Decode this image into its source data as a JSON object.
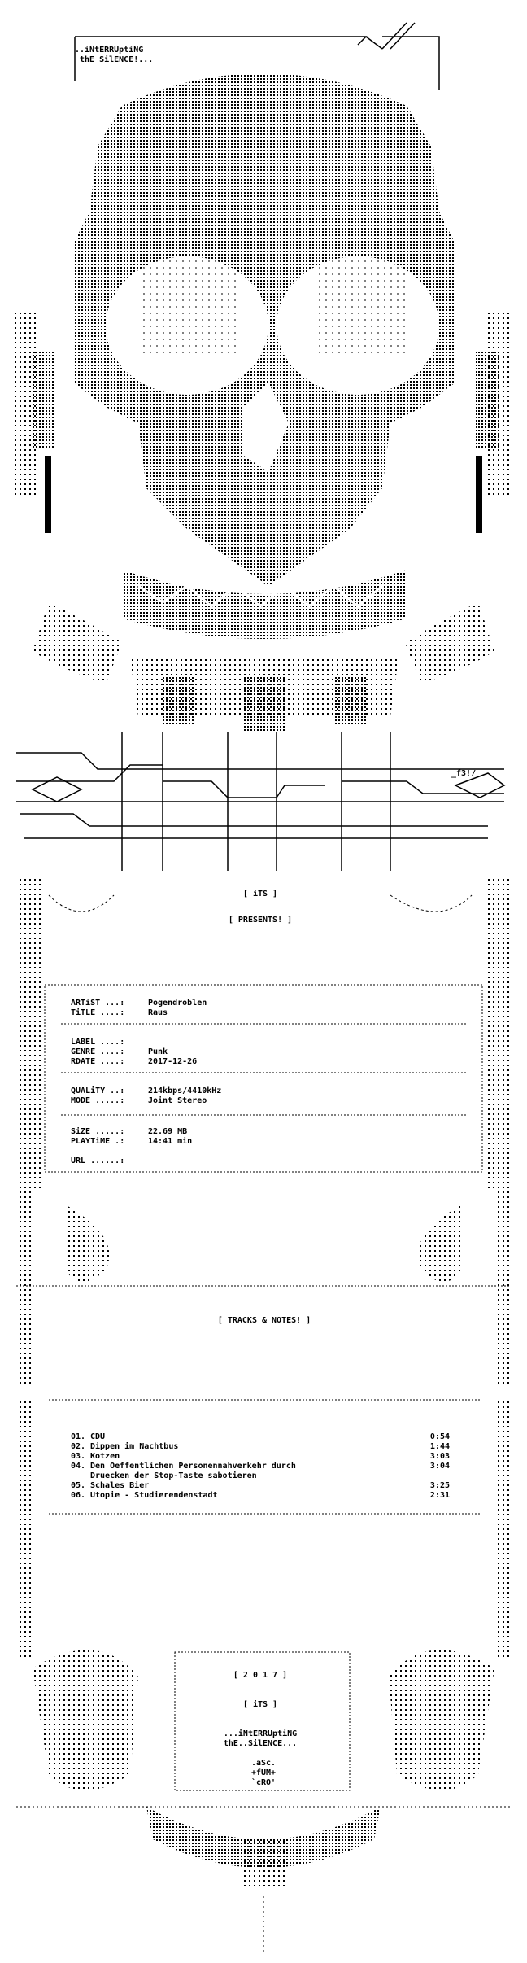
{
  "header": {
    "group_line1": "..iNtERRUptiNG",
    "group_line2": "thE SilENCE!...",
    "tag": "_f3!/"
  },
  "presents": {
    "group_tag": "[ iTS ]",
    "presents_label": "[ PRESENTS! ]"
  },
  "release": {
    "artist_label": "ARTiST ...:",
    "artist": "Pogendroblen",
    "title_label": "TiTLE ....:",
    "title": "Raus",
    "label_label": "LABEL ....:",
    "label": "",
    "genre_label": "GENRE ....:",
    "genre": "Punk",
    "rdate_label": "RDATE ....:",
    "rdate": "2017-12-26",
    "quality_label": "QUALiTY ..:",
    "quality": "214kbps/4410kHz",
    "mode_label": "MODE .....:",
    "mode": "Joint Stereo",
    "size_label": "SiZE .....:",
    "size": "22.69 MB",
    "playtime_label": "PLAYTiME .:",
    "playtime": "14:41 min",
    "url_label": "URL ......:",
    "url": ""
  },
  "tracks_section": {
    "heading": "[ TRACKS & NOTES! ]"
  },
  "tracks": [
    {
      "num": "01.",
      "title": "CDU",
      "time": "0:54"
    },
    {
      "num": "02.",
      "title": "Dippen im Nachtbus",
      "time": "1:44"
    },
    {
      "num": "03.",
      "title": "Kotzen",
      "time": "3:03"
    },
    {
      "num": "04.",
      "title": "Den Oeffentlichen Personennahverkehr durch\nDruecken der Stop-Taste sabotieren",
      "time": "3:04"
    },
    {
      "num": "05.",
      "title": "Schales Bier",
      "time": "3:25"
    },
    {
      "num": "06.",
      "title": "Utopie - Studierendenstadt",
      "time": "2:31"
    }
  ],
  "footer": {
    "year": "[ 2 0 1 7 ]",
    "group_tag": "[ iTS ]",
    "group_line1": "...iNtERRUptiNG",
    "group_line2": "thE..SilENCE...",
    "credit1": ".aSc.",
    "credit2": "+fUM+",
    "credit3": "`cRO'"
  }
}
